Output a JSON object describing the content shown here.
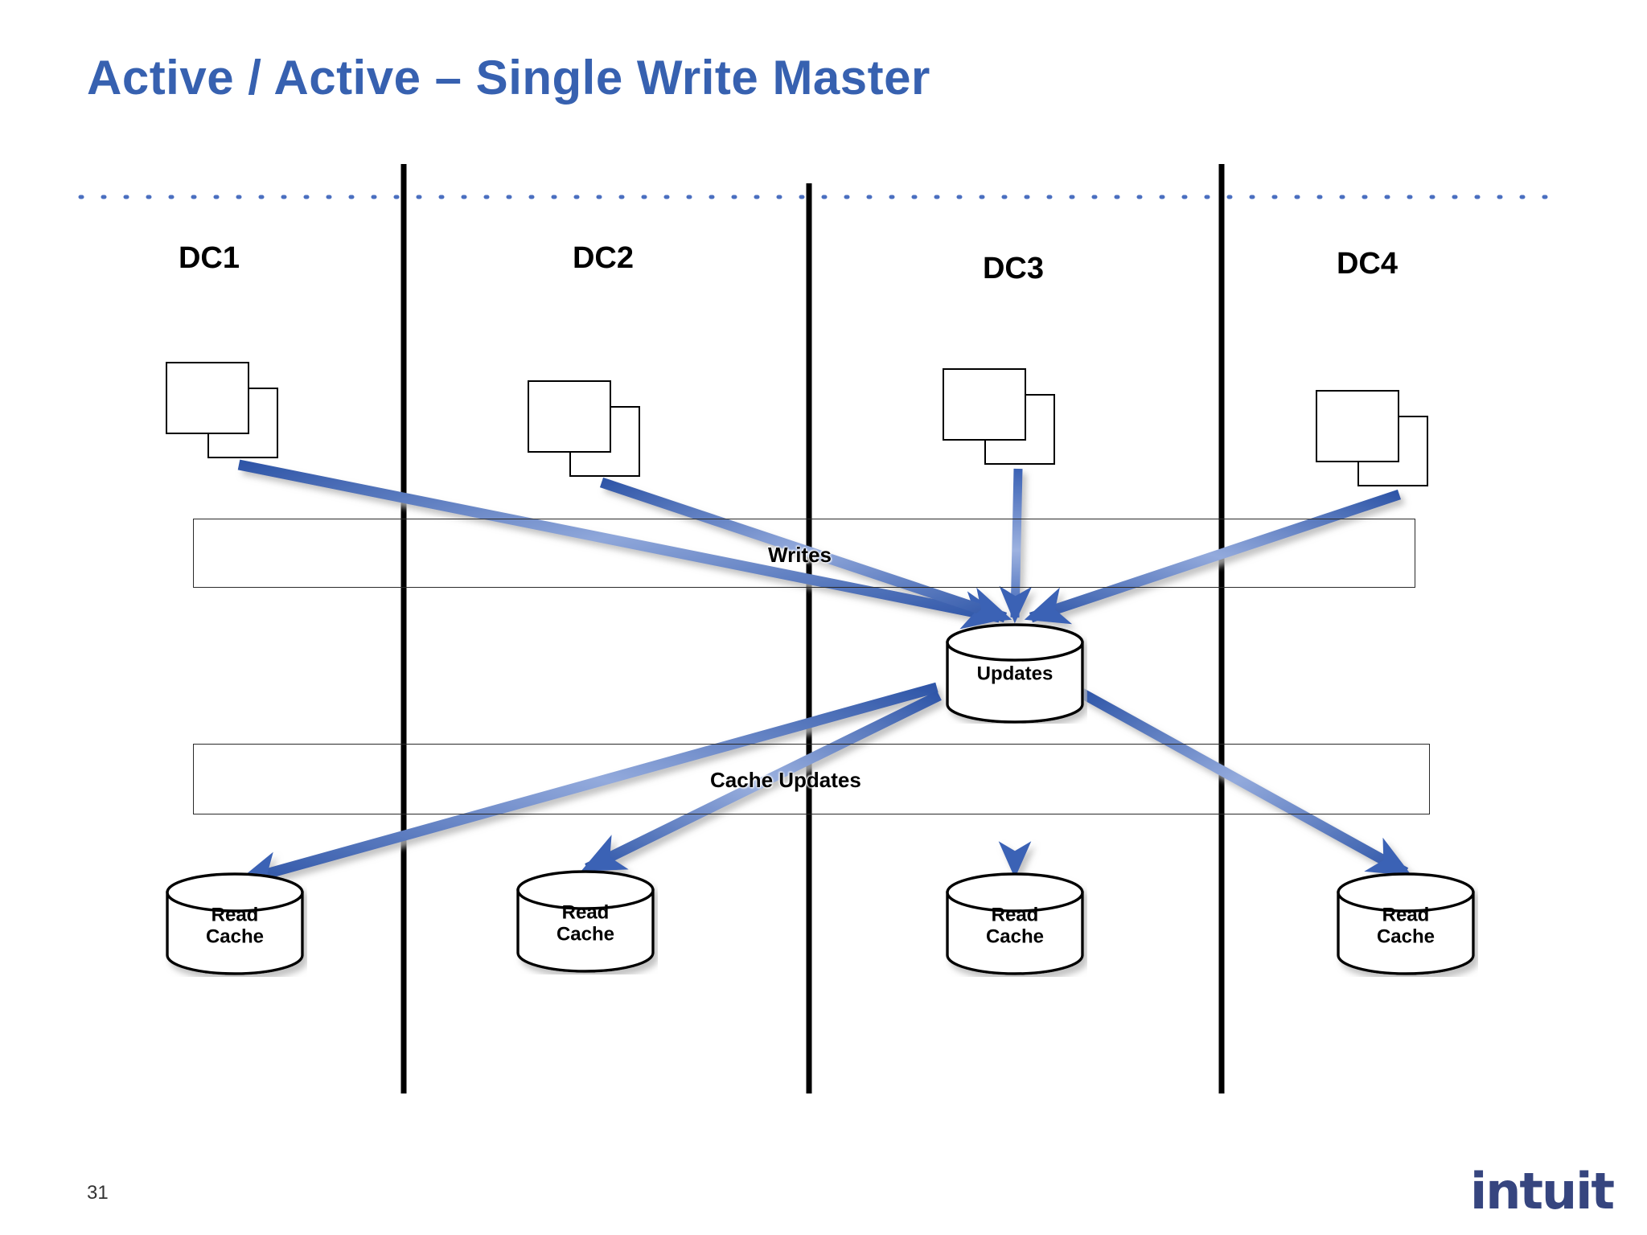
{
  "slide": {
    "title": "Active / Active – Single Write Master",
    "page_number": "31",
    "logo_text": "intuit",
    "title_color": "#3761B0",
    "arrow_color": "#3B62B5",
    "dotted_line_color": "#4A6FC0",
    "divider_color": "#000000"
  },
  "datacenters": [
    {
      "id": "dc1",
      "label": "DC1"
    },
    {
      "id": "dc2",
      "label": "DC2"
    },
    {
      "id": "dc3",
      "label": "DC3"
    },
    {
      "id": "dc4",
      "label": "DC4"
    }
  ],
  "bands": [
    {
      "id": "writes",
      "label": "Writes"
    },
    {
      "id": "cache-updates",
      "label": "Cache Updates"
    }
  ],
  "master_store": {
    "label": "Updates"
  },
  "read_caches": [
    {
      "id": "read-cache-dc1",
      "line1": "Read",
      "line2": "Cache"
    },
    {
      "id": "read-cache-dc2",
      "line1": "Read",
      "line2": "Cache"
    },
    {
      "id": "read-cache-dc3",
      "line1": "Read",
      "line2": "Cache"
    },
    {
      "id": "read-cache-dc4",
      "line1": "Read",
      "line2": "Cache"
    }
  ],
  "servers": [
    {
      "id": "servers-dc1"
    },
    {
      "id": "servers-dc2"
    },
    {
      "id": "servers-dc3"
    },
    {
      "id": "servers-dc4"
    }
  ]
}
